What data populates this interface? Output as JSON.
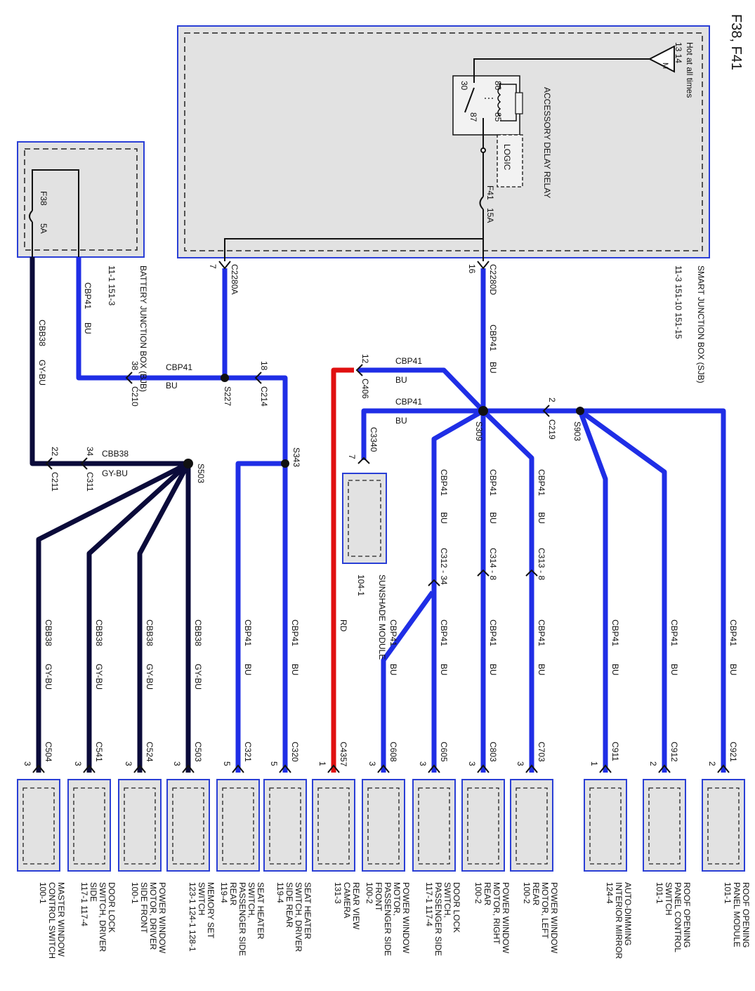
{
  "title": "F38, F41",
  "colors": {
    "blue_wire": "#1f2ee6",
    "dark_wire": "#0b0b3a",
    "red_wire": "#e01010",
    "box_border": "#2a3fd6",
    "box_fill": "#e2e2e2",
    "text": "#111111"
  },
  "sjb": {
    "hot_label": "Hot at all times",
    "hot_pins": "13  14",
    "name": "SMART JUNCTION BOX (SJB)",
    "refs": "11-3 151-10 151-15",
    "relay_name": "ACCESSORY DELAY RELAY",
    "relay_pins": [
      "30",
      "86",
      "87",
      "85"
    ],
    "logic": "LOGIC",
    "fuse": "F41",
    "fuse_rating": "15A",
    "conn_right": "C2280D",
    "pin_right": "16",
    "conn_left": "C2280A",
    "pin_left": "7"
  },
  "bjb": {
    "name": "BATTERY JUNCTION BOX (BJB)",
    "refs": "11-1  151-3",
    "fuse": "F38",
    "fuse_rating": "5A"
  },
  "circuits": {
    "cbp41": "CBP41",
    "bu": "BU",
    "cbb38": "CBB38",
    "gybu": "GY-BU",
    "rd": "RD"
  },
  "connectors": {
    "c210": "C210",
    "c210_pin": "38",
    "c214": "C214",
    "c214_pin": "18",
    "c406": "C406",
    "c406_pin": "12",
    "c219": "C219",
    "c219_pin": "2",
    "c211": "C211",
    "c211_pin": "22",
    "c311": "C311",
    "c311_pin": "34",
    "c3340": "C3340",
    "c3340_pin": "7",
    "c312": "C312 - 34",
    "c314": "C314 - 8",
    "c313": "C313 - 8"
  },
  "splices": {
    "s227": "S227",
    "s343": "S343",
    "s309": "S309",
    "s903": "S903",
    "s503": "S503"
  },
  "sunshade": {
    "name": "SUNSHADE MODULE",
    "ref": "104-1"
  },
  "components": [
    {
      "conn": "C504",
      "pin": "3",
      "circuit": "CBB38",
      "color": "GY-BU",
      "name": "MASTER WINDOW CONTROL SWITCH",
      "ref": "100-1"
    },
    {
      "conn": "C541",
      "pin": "3",
      "circuit": "CBB38",
      "color": "GY-BU",
      "name": "DOOR LOCK SWITCH, DRIVER SIDE",
      "ref": "117-1  117-4"
    },
    {
      "conn": "C524",
      "pin": "3",
      "circuit": "CBB38",
      "color": "GY-BU",
      "name": "POWER WINDOW MOTOR, DRIVER SIDE FRONT",
      "ref": "100-1"
    },
    {
      "conn": "C503",
      "pin": "3",
      "circuit": "CBB38",
      "color": "GY-BU",
      "name": "MEMORY SET SWITCH",
      "ref": "123-1  124-1  128-1"
    },
    {
      "conn": "C321",
      "pin": "5",
      "circuit": "CBP41",
      "color": "BU",
      "name": "SEAT HEATER SWITCH, PASSENGER SIDE REAR",
      "ref": "119-4"
    },
    {
      "conn": "C320",
      "pin": "5",
      "circuit": "CBP41",
      "color": "BU",
      "name": "SEAT HEATER SWITCH, DRIVER SIDE REAR",
      "ref": "119-4"
    },
    {
      "conn": "C4357",
      "pin": "1",
      "circuit": "RD",
      "color": "",
      "name": "REAR VIEW CAMERA",
      "ref": "131-3"
    },
    {
      "conn": "C608",
      "pin": "3",
      "circuit": "CBP41",
      "color": "BU",
      "name": "POWER WINDOW MOTOR, PASSENGER SIDE FRONT",
      "ref": "100-2"
    },
    {
      "conn": "C605",
      "pin": "3",
      "circuit": "CBP41",
      "color": "BU",
      "name": "DOOR LOCK SWITCH, PASSENGER SIDE",
      "ref": "117-1  117-4"
    },
    {
      "conn": "C803",
      "pin": "3",
      "circuit": "CBP41",
      "color": "BU",
      "name": "POWER WINDOW MOTOR, RIGHT REAR",
      "ref": "100-2"
    },
    {
      "conn": "C703",
      "pin": "3",
      "circuit": "CBP41",
      "color": "BU",
      "name": "POWER WINDOW MOTOR, LEFT REAR",
      "ref": "100-2"
    },
    {
      "conn": "C911",
      "pin": "1",
      "circuit": "CBP41",
      "color": "BU",
      "name": "AUTO-DIMMING INTERIOR MIRROR",
      "ref": "124-4"
    },
    {
      "conn": "C912",
      "pin": "2",
      "circuit": "CBP41",
      "color": "BU",
      "name": "ROOF OPENING PANEL CONTROL SWITCH",
      "ref": "101-1"
    },
    {
      "conn": "C921",
      "pin": "2",
      "circuit": "CBP41",
      "color": "BU",
      "name": "ROOF OPENING PANEL MODULE",
      "ref": "101-1"
    }
  ]
}
